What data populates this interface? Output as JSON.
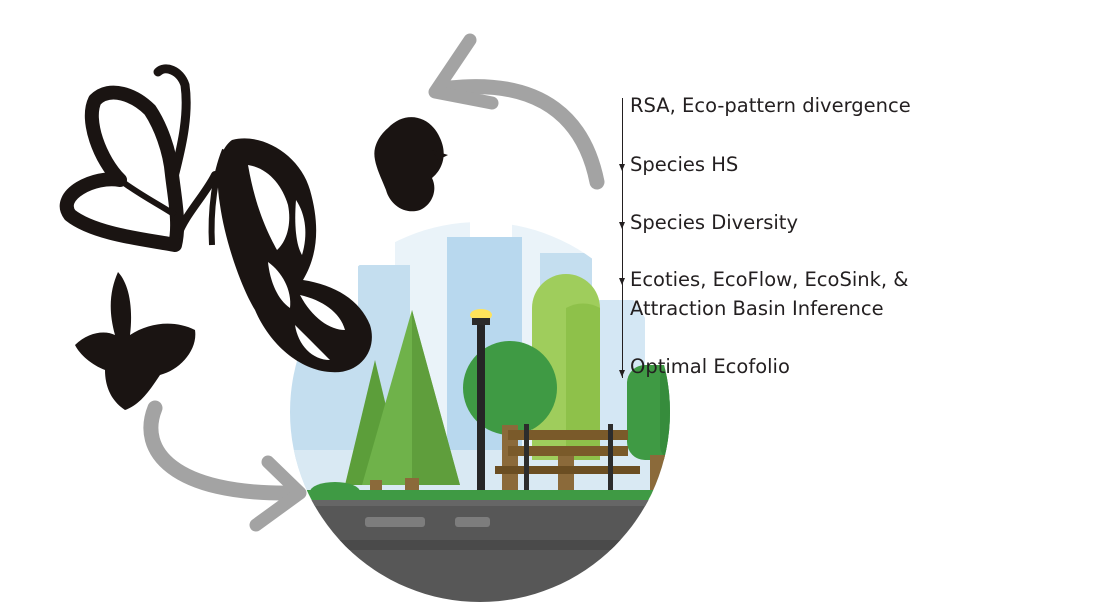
{
  "steps": [
    {
      "label": "RSA, Eco-pattern divergence"
    },
    {
      "label": "Species HS"
    },
    {
      "label": "Species Diversity"
    },
    {
      "label_line1": "Ecoties, EcoFlow, EcoSink, &",
      "label_line2": "Attraction Basin Inference"
    },
    {
      "label": "Optimal Ecofolio"
    }
  ]
}
